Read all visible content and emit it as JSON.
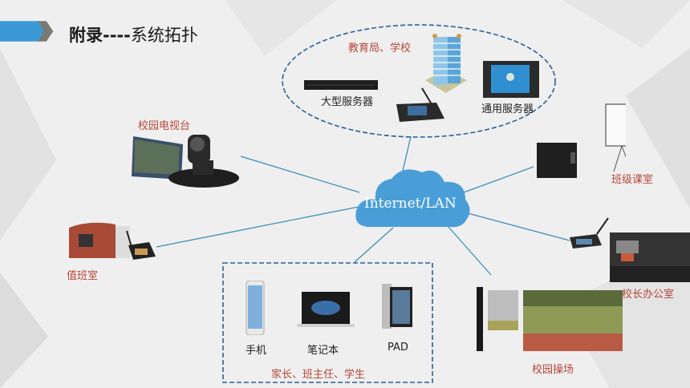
{
  "slide": {
    "title_bold": "附录",
    "title_dash": "----",
    "title_rest": "系统拓扑"
  },
  "hub": {
    "label": "Internet/LAN",
    "color": "#4a9ed8"
  },
  "groups": {
    "top": {
      "label": "教育局、学校",
      "items": [
        "大型服务器",
        "通用服务器"
      ]
    },
    "bottom": {
      "label": "家长、班主任、学生",
      "items": [
        "手机",
        "笔记本",
        "PAD"
      ]
    }
  },
  "nodes": {
    "tv_station": "校园电视台",
    "duty_room": "值班室",
    "classroom": "班级课室",
    "principal_office": "校长办公室",
    "playground": "校园操场"
  },
  "colors": {
    "label_red": "#b5483a",
    "link_line": "#3f8fb8",
    "dash_border": "#2e5f97"
  }
}
